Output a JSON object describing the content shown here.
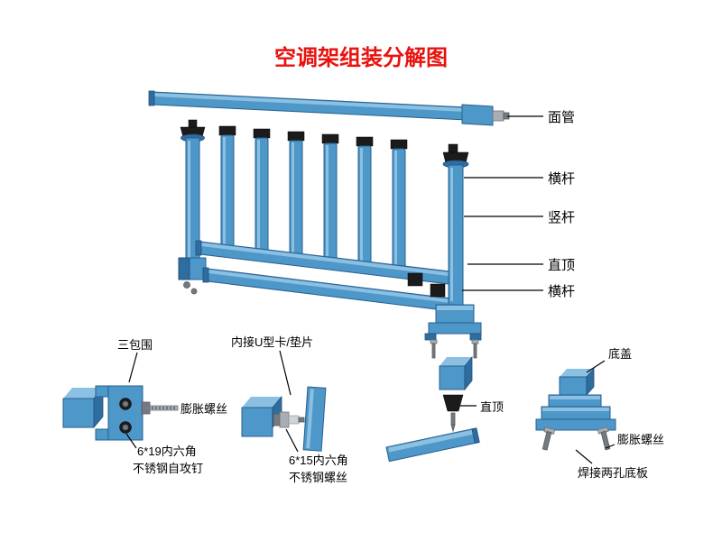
{
  "title": "空调架组装分解图",
  "right_labels": [
    {
      "text": "面管"
    },
    {
      "text": "横杆"
    },
    {
      "text": "竖杆"
    },
    {
      "text": "直顶"
    },
    {
      "text": "横杆"
    }
  ],
  "details": {
    "sanbaowei": "三包围",
    "expansion_screw_left": "膨胀螺丝",
    "hex619_l1": "6*19内六角",
    "hex619_l2": "不锈钢自攻钉",
    "u_clip": "内接U型卡/垫片",
    "hex615_l1": "6*15内六角",
    "hex615_l2": "不锈钢螺丝",
    "zhiding": "直顶",
    "digai": "底盖",
    "expansion_screw_right": "膨胀螺丝",
    "weld_plate": "焊接两孔底板"
  },
  "colors": {
    "title_red": "#e8120f",
    "part_blue": "#4e97c9",
    "part_blue_dark": "#2f6da0",
    "part_blue_light": "#8cc0e2",
    "cap_black": "#1b1b1b",
    "metal_gray": "#a9aeb4",
    "label_black": "#000000",
    "background": "#ffffff"
  }
}
